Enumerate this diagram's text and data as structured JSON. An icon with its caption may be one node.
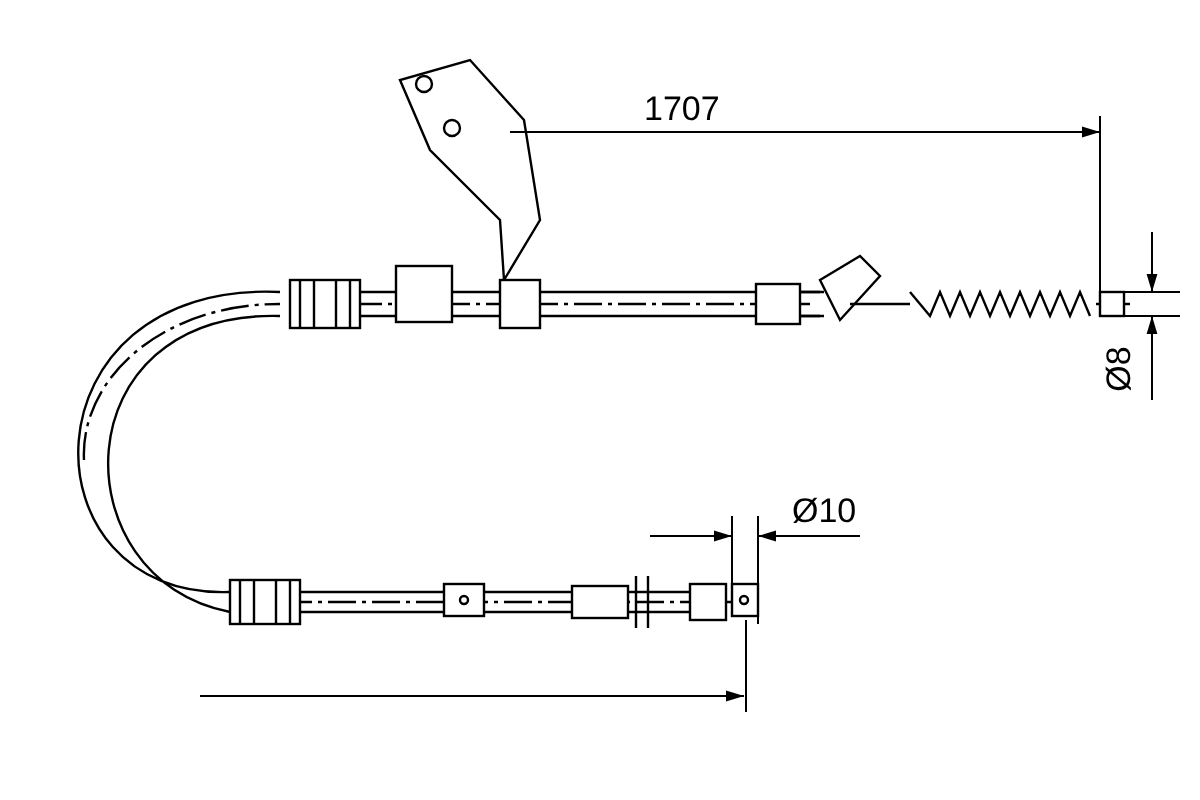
{
  "diagram": {
    "labels": [
      "1707",
      "Ø8",
      "Ø10"
    ]
  }
}
